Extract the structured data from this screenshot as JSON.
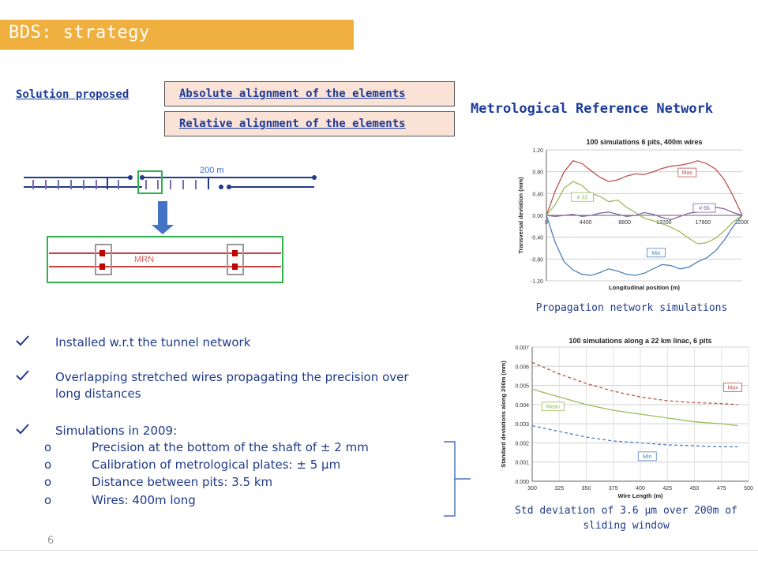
{
  "header": {
    "title": "BDS: strategy"
  },
  "solution": {
    "label": "Solution proposed",
    "boxes": [
      "Absolute alignment of the elements",
      "Relative alignment of the elements"
    ]
  },
  "diagram": {
    "distance_label": "200 m",
    "mrn_label": "MRN"
  },
  "right": {
    "title": "Metrological Reference Network",
    "caption_top": "Propagation network simulations",
    "caption_bottom_1": "Std deviation of 3.6 μm over 200m of",
    "caption_bottom_2": "sliding window"
  },
  "bullets": {
    "b1": "Installed w.r.t the tunnel network",
    "b2_1": "Overlapping stretched wires propagating the precision over",
    "b2_2": "long distances",
    "b3": "Simulations in 2009:",
    "subs": [
      {
        "mark": "o",
        "text": "Precision at the bottom of the shaft of ± 2 mm"
      },
      {
        "mark": "o",
        "text": "Calibration of metrological plates: ± 5 μm"
      },
      {
        "mark": "o",
        "text": "Distance between pits: 3.5 km"
      },
      {
        "mark": "o",
        "text": "Wires: 400m long"
      }
    ]
  },
  "page_number": "6",
  "colors": {
    "accent": "#f0b040",
    "title_blue": "#1c3b9a",
    "box_fill": "#fbe2d6"
  },
  "chart_data": [
    {
      "type": "line",
      "title": "100 simulations   6 pits, 400m wires",
      "xlabel": "Longitudinal position (m)",
      "ylabel": "Transversal deviation (mm)",
      "x_ticks": [
        "0",
        "4400",
        "8800",
        "13200",
        "17600",
        "22000"
      ],
      "y_ticks": [
        "-1.20",
        "-0.80",
        "-0.40",
        "0.00",
        "0.40",
        "0.80",
        "1.20"
      ],
      "xlim": [
        0,
        22000
      ],
      "ylim": [
        -1.2,
        1.2
      ],
      "x": [
        0,
        1000,
        2000,
        3000,
        4000,
        5000,
        6000,
        7000,
        8000,
        9000,
        10000,
        11000,
        12000,
        13000,
        14000,
        15000,
        16000,
        17000,
        18000,
        19000,
        20000,
        21000,
        22000
      ],
      "series": [
        {
          "name": "Max",
          "color": "#c0504d",
          "values": [
            0.0,
            0.45,
            0.8,
            1.0,
            0.95,
            0.82,
            0.7,
            0.62,
            0.65,
            0.72,
            0.76,
            0.75,
            0.8,
            0.86,
            0.9,
            0.92,
            0.95,
            1.0,
            0.95,
            0.85,
            0.65,
            0.35,
            0.0
          ]
        },
        {
          "name": "# 33",
          "color": "#9bbb59",
          "values": [
            0.0,
            0.2,
            0.5,
            0.62,
            0.55,
            0.4,
            0.35,
            0.25,
            0.28,
            0.15,
            0.05,
            -0.05,
            -0.1,
            -0.15,
            -0.22,
            -0.3,
            -0.42,
            -0.52,
            -0.5,
            -0.42,
            -0.28,
            -0.12,
            0.0
          ]
        },
        {
          "name": "# 66",
          "color": "#8064a2",
          "values": [
            0.0,
            -0.02,
            0.0,
            0.02,
            -0.02,
            0.0,
            0.04,
            0.06,
            0.02,
            -0.02,
            0.0,
            0.05,
            0.02,
            -0.04,
            -0.08,
            -0.02,
            0.04,
            0.06,
            0.1,
            0.15,
            0.12,
            0.05,
            0.0
          ]
        },
        {
          "name": "Min",
          "color": "#4f81bd",
          "values": [
            0.0,
            -0.5,
            -0.85,
            -1.0,
            -1.08,
            -1.1,
            -1.05,
            -0.98,
            -1.02,
            -1.08,
            -1.1,
            -1.06,
            -0.98,
            -0.9,
            -0.92,
            -0.98,
            -0.95,
            -0.85,
            -0.78,
            -0.65,
            -0.45,
            -0.2,
            0.0
          ]
        }
      ]
    },
    {
      "type": "line",
      "title": "100 simulations along a 22 km linac, 6 pits",
      "xlabel": "Wire Length (m)",
      "ylabel": "Standard deviations along 200m (mm)",
      "x_ticks": [
        "300",
        "325",
        "350",
        "375",
        "400",
        "425",
        "450",
        "475",
        "500"
      ],
      "y_ticks": [
        "0.000",
        "0.001",
        "0.002",
        "0.003",
        "0.004",
        "0.005",
        "0.006",
        "0.007"
      ],
      "xlim": [
        300,
        500
      ],
      "ylim": [
        0,
        0.007
      ],
      "x": [
        300,
        325,
        350,
        375,
        400,
        425,
        450,
        475,
        490
      ],
      "series": [
        {
          "name": "Max",
          "color": "#c0504d",
          "dashed": true,
          "values": [
            0.0062,
            0.0056,
            0.0051,
            0.0047,
            0.0044,
            0.0042,
            0.0041,
            0.00405,
            0.004
          ]
        },
        {
          "name": "Mean",
          "color": "#9bbb59",
          "dashed": false,
          "values": [
            0.0048,
            0.0044,
            0.004,
            0.0037,
            0.0035,
            0.0033,
            0.0031,
            0.003,
            0.0029
          ]
        },
        {
          "name": "Min",
          "color": "#4f81bd",
          "dashed": true,
          "values": [
            0.0029,
            0.0026,
            0.0023,
            0.0021,
            0.002,
            0.0019,
            0.00185,
            0.0018,
            0.0018
          ]
        }
      ]
    }
  ]
}
